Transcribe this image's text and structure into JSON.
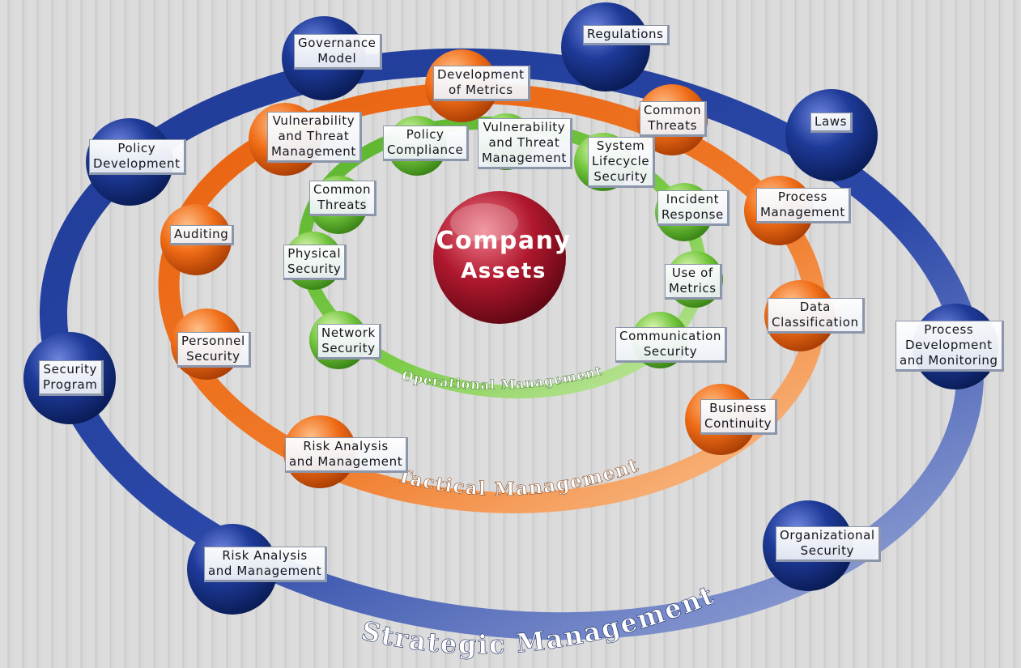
{
  "colors": {
    "strategic": "#1f3a96",
    "tactical": "#ef6a14",
    "operational": "#6cc23a",
    "center": "#a81428"
  },
  "center": {
    "line1": "Company",
    "line2": "Assets"
  },
  "rings": {
    "strategic": "Strategic Management",
    "tactical": "Tactical Management",
    "operational": "Operational Management"
  },
  "strategic_items": [
    "Governance\nModel",
    "Regulations",
    "Laws",
    "Policy\nDevelopment",
    "Security\nProgram",
    "Process\nDevelopment\nand Monitoring",
    "Risk Analysis\nand Management",
    "Organizational\nSecurity"
  ],
  "tactical_items": [
    "Development\nof Metrics",
    "Common\nThreats",
    "Vulnerability\nand Threat\nManagement",
    "Process\nManagement",
    "Auditing",
    "Data\nClassification",
    "Personnel\nSecurity",
    "Business\nContinuity",
    "Risk Analysis\nand Management"
  ],
  "operational_items": [
    "Policy\nCompliance",
    "Vulnerability\nand Threat\nManagement",
    "System\nLifecycle\nSecurity",
    "Common\nThreats",
    "Incident\nResponse",
    "Physical\nSecurity",
    "Use of\nMetrics",
    "Network\nSecurity",
    "Communication\nSecurity"
  ]
}
